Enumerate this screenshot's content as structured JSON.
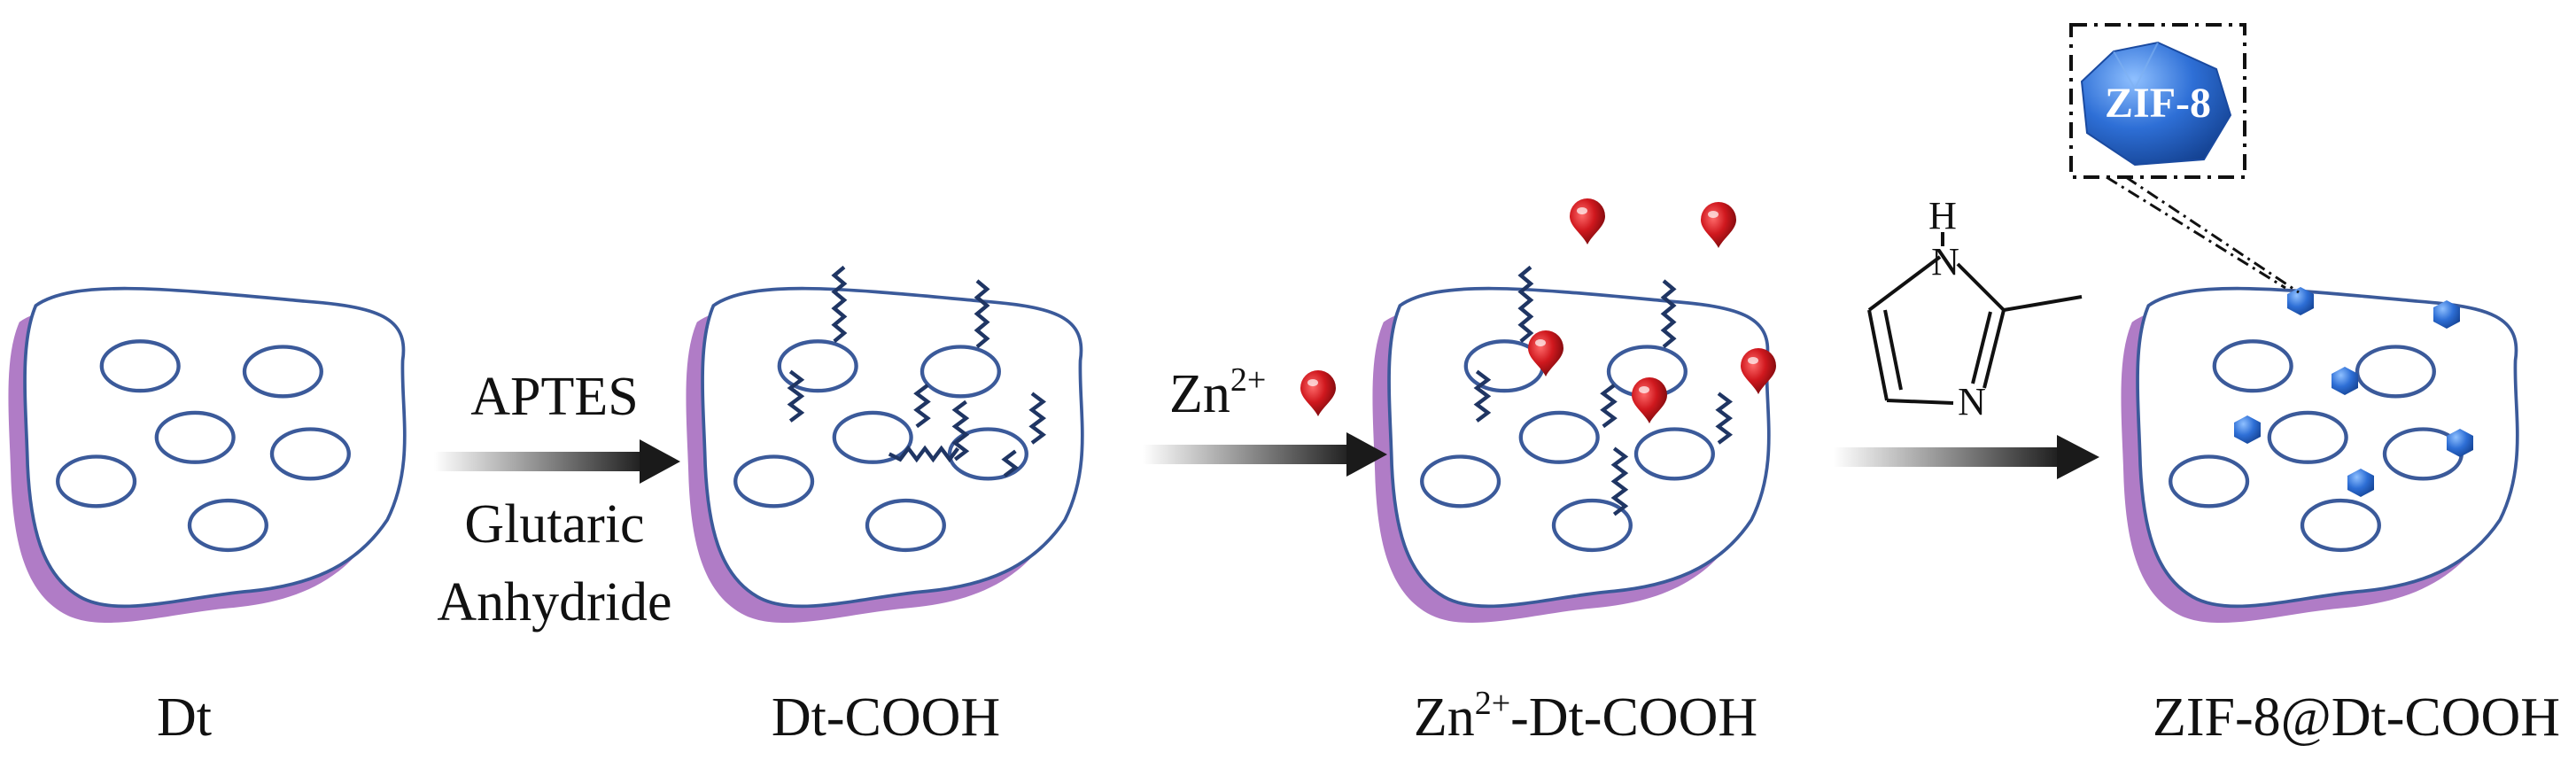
{
  "stages": [
    {
      "label": "Dt"
    },
    {
      "label": "Dt-COOH"
    },
    {
      "label_base": "Zn",
      "label_sup": "2+",
      "label_rest": "-Dt-COOH"
    },
    {
      "label": "ZIF-8@Dt-COOH"
    }
  ],
  "steps": [
    {
      "reagent_top": "APTES",
      "reagent_bottom_1": "Glutaric",
      "reagent_bottom_2": "Anhydride"
    },
    {
      "reagent_base": "Zn",
      "reagent_sup": "2+"
    },
    {
      "atom_h": "H",
      "atom_n1": "N",
      "atom_n2": "N"
    }
  ],
  "inset": {
    "label": "ZIF-8"
  },
  "colors": {
    "particle_fill": "#ffffff",
    "particle_outline": "#3b5a9a",
    "particle_back": "#b07cc6",
    "chain": "#1f3563",
    "zn_marker": "#d0181e",
    "zif_crystal": "#2e6fd6",
    "arrow": "#1a1a1a"
  }
}
